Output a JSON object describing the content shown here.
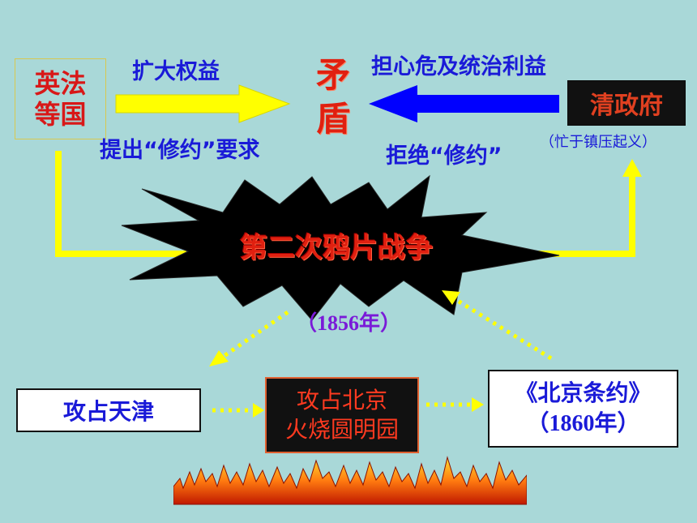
{
  "left_party": {
    "line1": "英法",
    "line2": "等国"
  },
  "right_party": {
    "label": "清政府"
  },
  "center": {
    "line1": "矛",
    "line2": "盾"
  },
  "left_top_label": "扩大权益",
  "left_bottom_label": "提出“修约”要求",
  "right_top_label": "担心危及统治利益",
  "right_bottom_label": "拒绝“修约”",
  "right_note": "（忙于镇压起义）",
  "war": {
    "title": "第二次鸦片战争",
    "year": "（1856年）"
  },
  "events": {
    "tianjin": "攻占天津",
    "beijing_line1": "攻占北京",
    "beijing_line2": "火烧圆明园",
    "treaty_line1": "《北京条约》",
    "treaty_line2": "（1860年）"
  },
  "colors": {
    "background": "#a9d8d8",
    "yellow_arrow": "#ffff00",
    "blue_arrow": "#0000ff",
    "red_text": "#e02010",
    "blue_text": "#1a1ad8"
  },
  "icons": {
    "explosion": "explosion-star-shape",
    "fire": "flame-band"
  }
}
